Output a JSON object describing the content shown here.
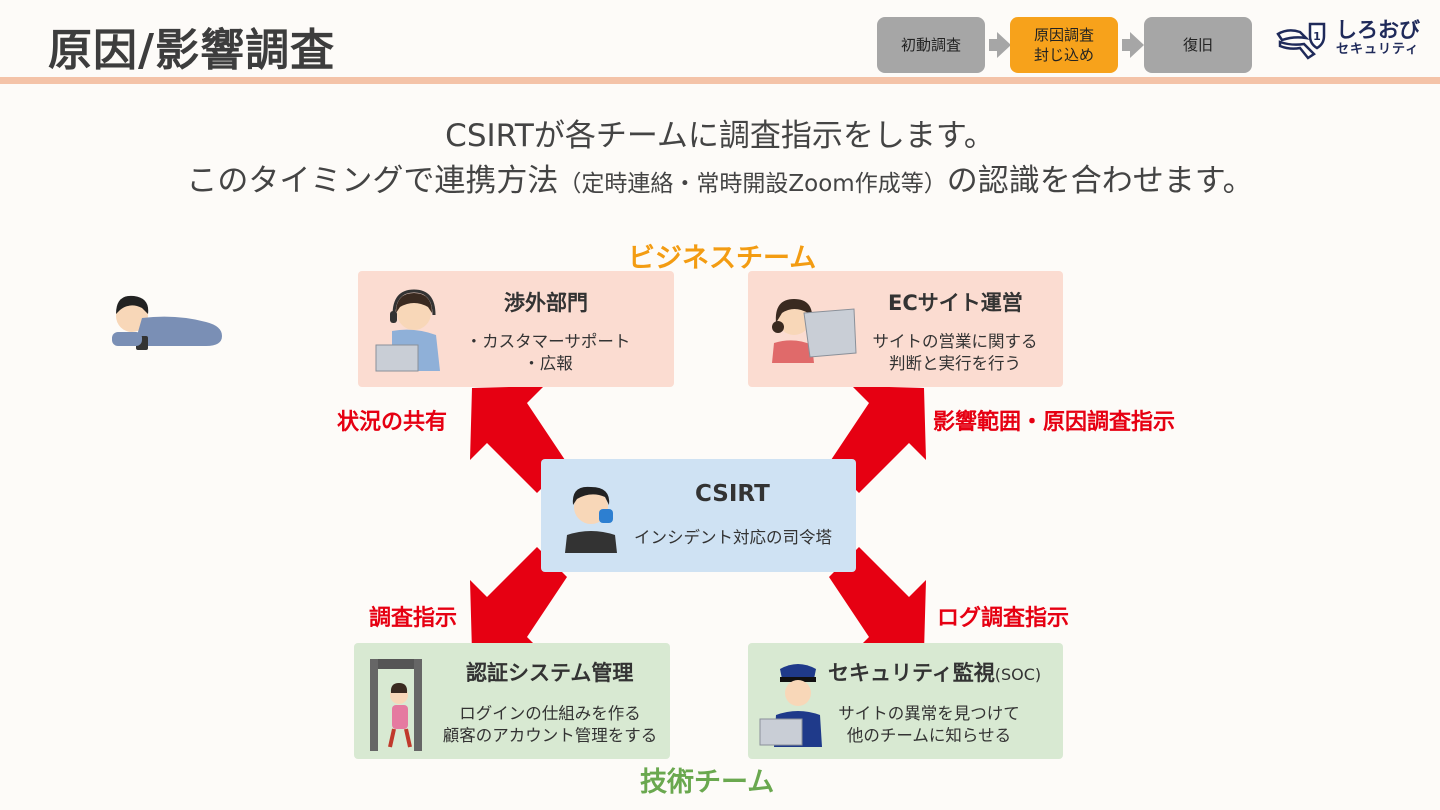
{
  "page": {
    "title": "原因/影響調査"
  },
  "steps": [
    {
      "label_1": "初動調査",
      "label_2": "",
      "active": false
    },
    {
      "label_1": "原因調査",
      "label_2": "封じ込め",
      "active": true
    },
    {
      "label_1": "復旧",
      "label_2": "",
      "active": false
    }
  ],
  "logo": {
    "main": "しろおび",
    "sub": "セキュリティ",
    "shield_number": "1"
  },
  "headline": {
    "line1": "CSIRTが各チームに調査指示をします。",
    "line2_a": "このタイミングで連携方法",
    "line2_paren": "（定時連絡・常時開設Zoom作成等）",
    "line2_b": "の認識を合わせます。"
  },
  "teams": {
    "business": "ビジネスチーム",
    "technical": "技術チーム"
  },
  "cards": {
    "external": {
      "title": "渉外部門",
      "desc_1": "・カスタマーサポート",
      "desc_2": "・広報"
    },
    "ec_site": {
      "title": "ECサイト運営",
      "desc_1": "サイトの営業に関する",
      "desc_2": "判断と実行を行う"
    },
    "csirt": {
      "title": "CSIRT",
      "desc_1": "インシデント対応の司令塔"
    },
    "auth": {
      "title": "認証システム管理",
      "desc_1": "ログインの仕組みを作る",
      "desc_2": "顧客のアカウント管理をする"
    },
    "soc": {
      "title": "セキュリティ監視",
      "title_suffix": "(SOC)",
      "desc_1": "サイトの異常を見つけて",
      "desc_2": "他のチームに知らせる"
    }
  },
  "arrow_labels": {
    "share": "状況の共有",
    "impact": "影響範囲・原因調査指示",
    "investigate": "調査指示",
    "log": "ログ調査指示"
  },
  "colors": {
    "accent_orange": "#f7a21b",
    "arrow_red": "#e60012",
    "business_team": "#f39c12",
    "technical_team": "#6aa84f"
  }
}
